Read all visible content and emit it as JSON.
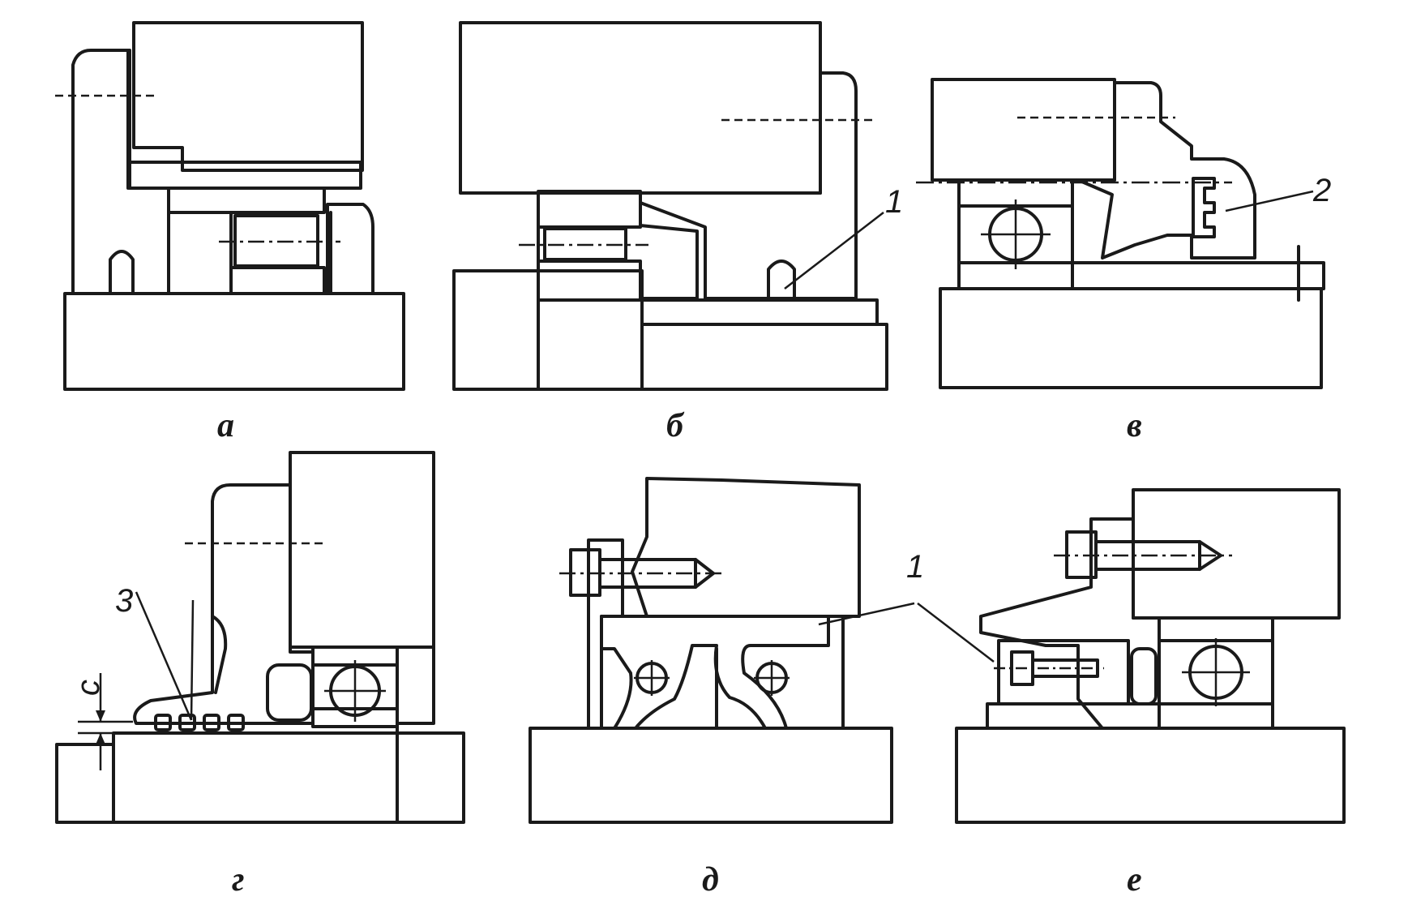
{
  "panels": [
    {
      "key": "a",
      "label": "а"
    },
    {
      "key": "b",
      "label": "б"
    },
    {
      "key": "v",
      "label": "в"
    },
    {
      "key": "g",
      "label": "г"
    },
    {
      "key": "d",
      "label": "д"
    },
    {
      "key": "e",
      "label": "е"
    }
  ],
  "callouts": {
    "one_b": "1",
    "two_v": "2",
    "three_g": "3",
    "clearance_g": "c",
    "one_de": "1"
  },
  "colors": {
    "ink": "#1a1a1a",
    "background": "#ffffff"
  }
}
